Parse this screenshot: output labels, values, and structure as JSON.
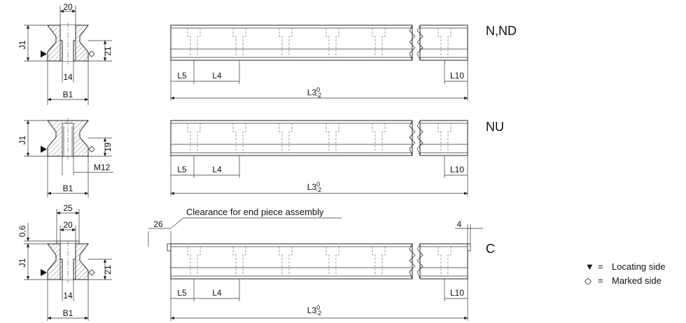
{
  "profiles": [
    {
      "variant": "N,ND",
      "top_width": "20",
      "height": "J1",
      "depth": "21",
      "bore": "14",
      "width": "B1"
    },
    {
      "variant": "NU",
      "height": "J1",
      "depth": "19",
      "thread": "M12",
      "width": "B1"
    },
    {
      "variant": "C",
      "top_width_outer": "25",
      "top_width": "20",
      "gap": "0,6",
      "height": "J1",
      "depth": "21",
      "bore": "14",
      "width": "B1"
    }
  ],
  "rails": [
    {
      "l5": "L5",
      "l4": "L4",
      "l10": "L10",
      "length": "L3",
      "tol_upper": "0",
      "tol_lower": "-2"
    },
    {
      "l5": "L5",
      "l4": "L4",
      "l10": "L10",
      "length": "L3",
      "tol_upper": "0",
      "tol_lower": "-2"
    },
    {
      "l5": "L5",
      "l4": "L4",
      "l10": "L10",
      "length": "L3",
      "tol_upper": "0",
      "tol_lower": "-2"
    }
  ],
  "c_extras": {
    "clearance_note": "Clearance for end piece assembly",
    "left_clearance": "26",
    "right_clearance": "4"
  },
  "legend": {
    "locating_symbol": "▼",
    "locating_eq": "=",
    "locating_label": "Locating side",
    "marked_symbol": "◇",
    "marked_eq": "=",
    "marked_label": "Marked side"
  }
}
